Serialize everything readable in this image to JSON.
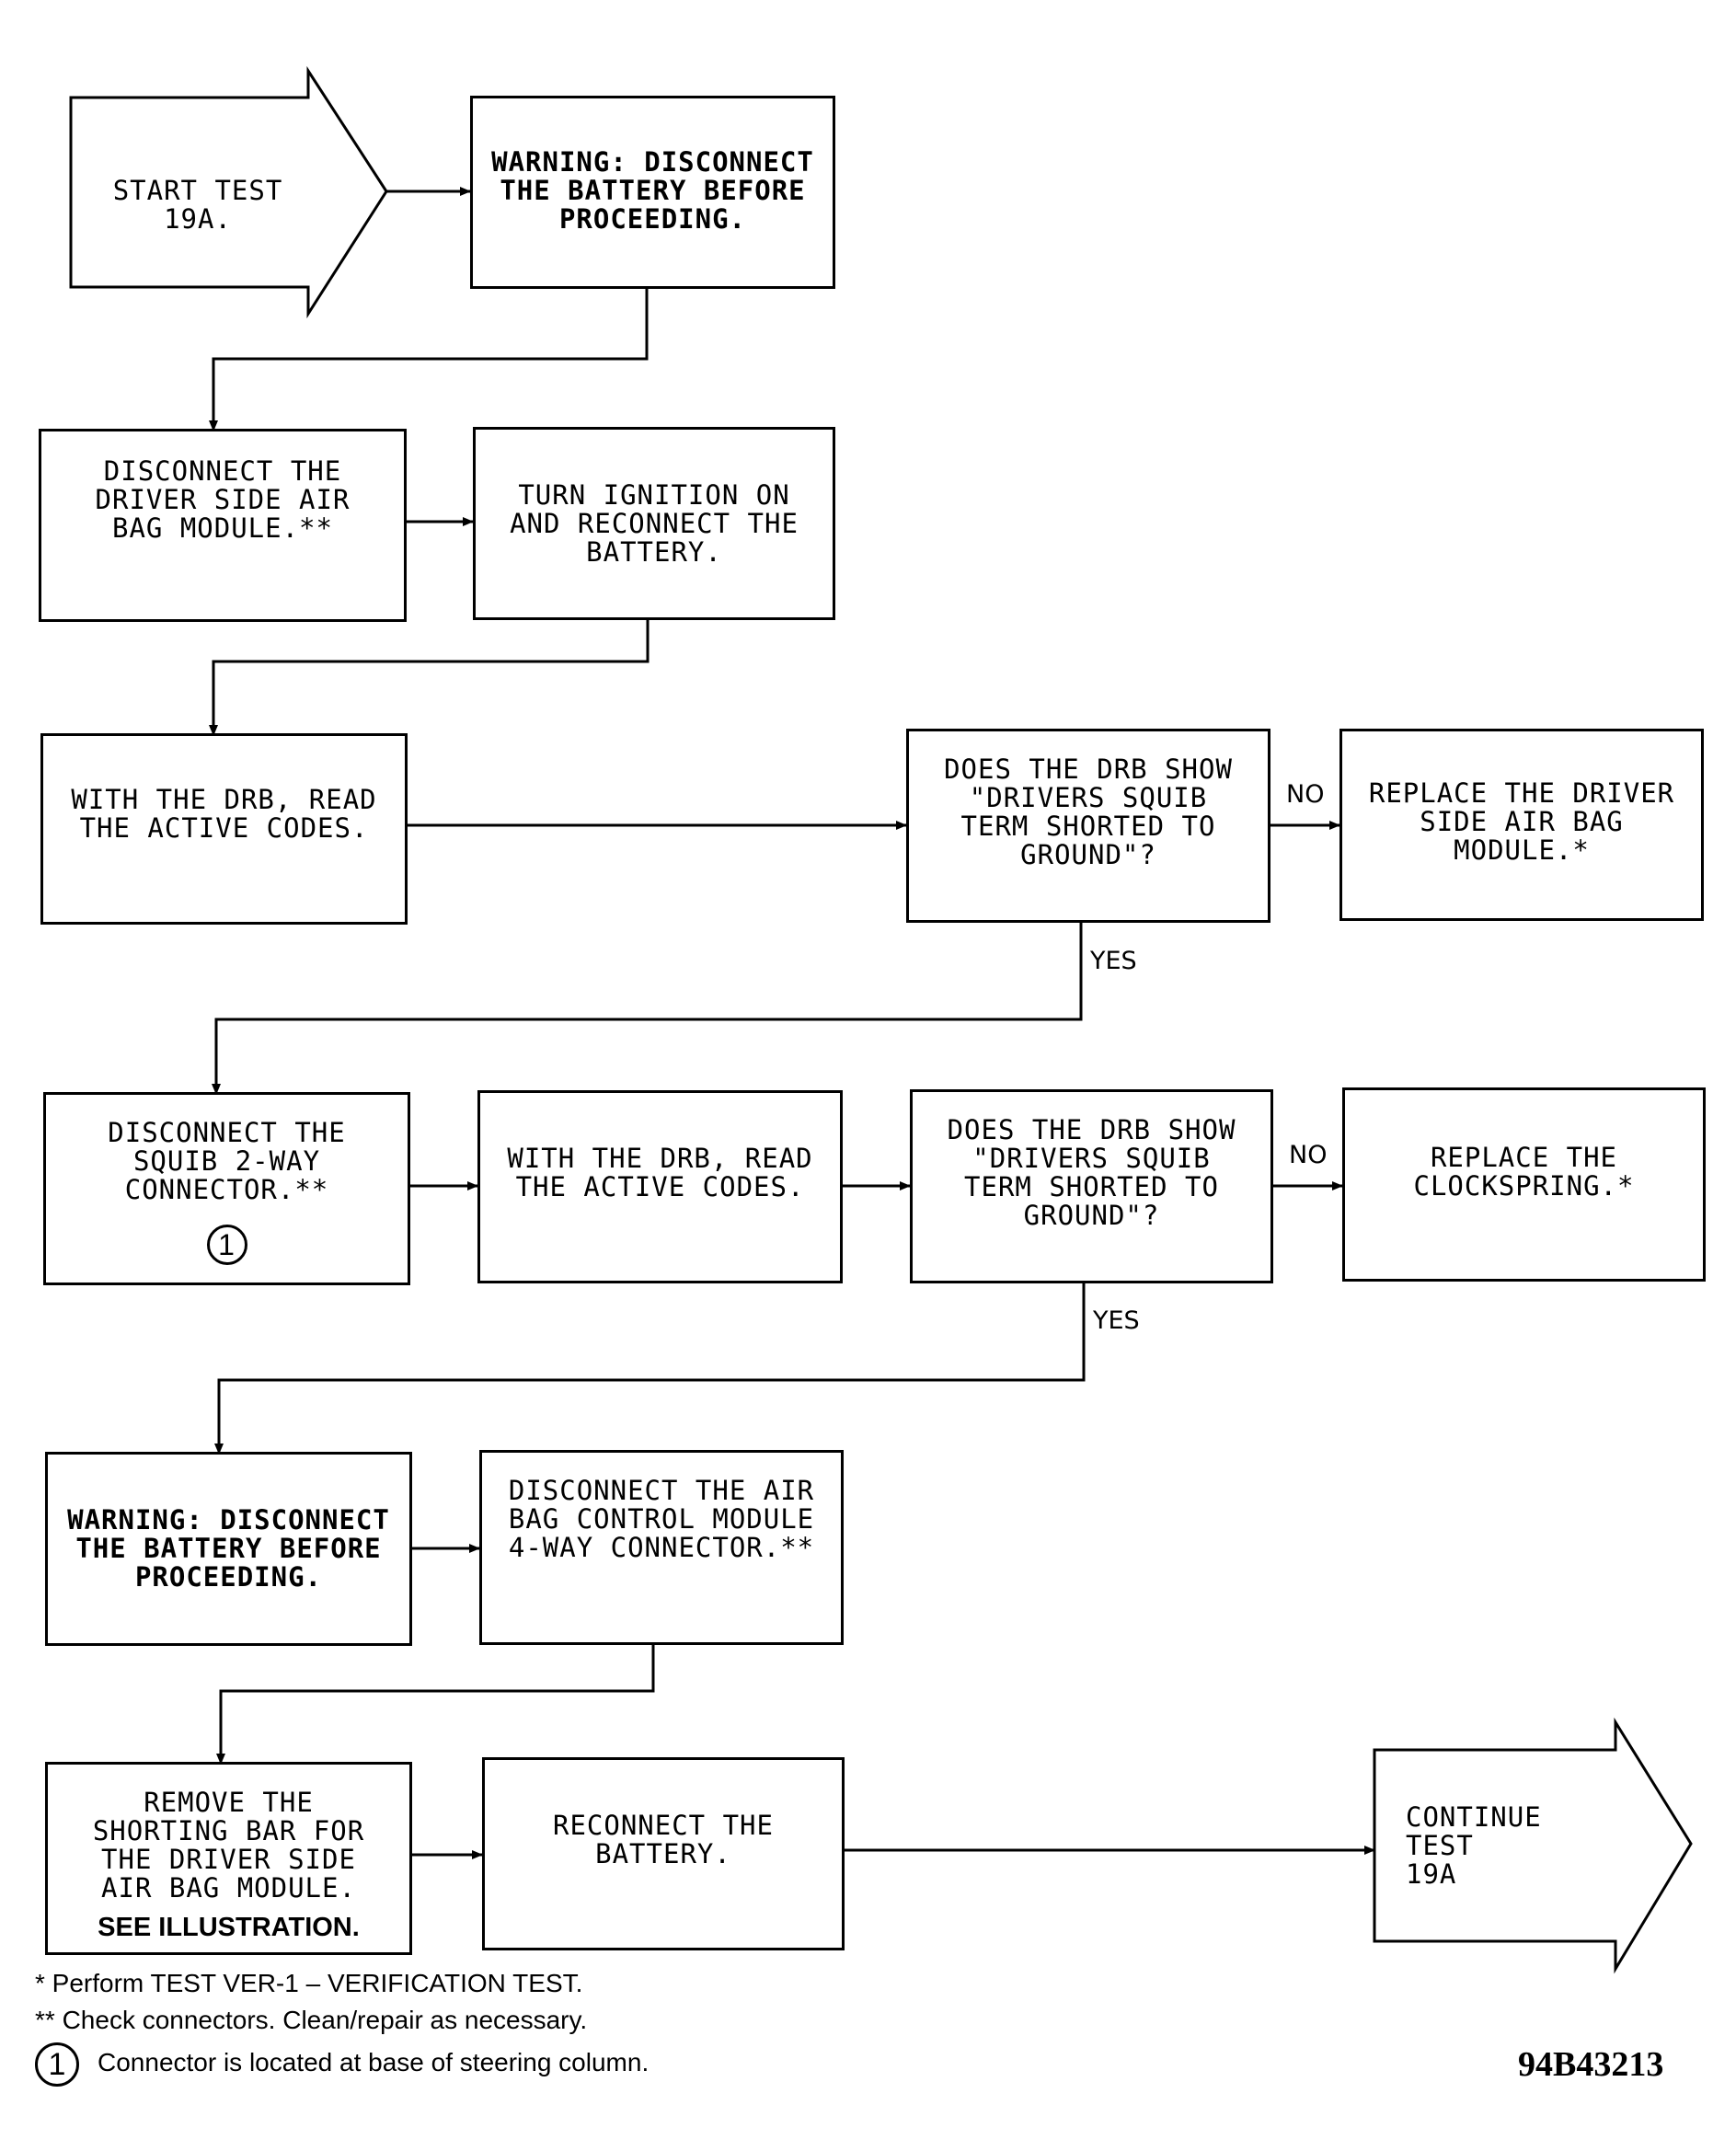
{
  "start": "START TEST 19A.",
  "warn1": "WARNING:  DISCONNECT\nTHE BATTERY BEFORE\nPROCEEDING.",
  "step1": "DISCONNECT THE\nDRIVER SIDE AIR\nBAG MODULE.**",
  "step2": "TURN IGNITION ON\nAND RECONNECT THE\nBATTERY.",
  "step3": "WITH THE DRB, READ\nTHE ACTIVE CODES.",
  "q1": "DOES THE DRB SHOW\n\"DRIVERS SQUIB\nTERM SHORTED TO\nGROUND\"?",
  "r1": "REPLACE THE DRIVER\nSIDE AIR BAG\nMODULE.*",
  "step4": "DISCONNECT THE\nSQUIB 2-WAY\nCONNECTOR.**",
  "step4_marker": "1",
  "step5": "WITH THE DRB, READ\nTHE ACTIVE CODES.",
  "q2": "DOES THE DRB SHOW\n\"DRIVERS SQUIB\nTERM SHORTED TO\nGROUND\"?",
  "r2": "REPLACE THE\nCLOCKSPRING.*",
  "warn2": "WARNING:  DISCONNECT\nTHE BATTERY BEFORE\nPROCEEDING.",
  "step6": "DISCONNECT THE AIR\nBAG CONTROL MODULE\n4-WAY CONNECTOR.**",
  "step7": "REMOVE THE\nSHORTING BAR FOR\nTHE DRIVER SIDE\nAIR BAG MODULE.",
  "step7_see": "SEE ILLUSTRATION.",
  "step8": "RECONNECT THE\nBATTERY.",
  "cont": "CONTINUE TEST\n19A",
  "labels": {
    "no": "NO",
    "yes": "YES"
  },
  "notes": {
    "n1": "* Perform TEST VER-1 – VERIFICATION TEST.",
    "n2": "** Check connectors. Clean/repair as necessary.",
    "n3_marker": "1",
    "n3": "Connector is located at base of steering column."
  },
  "figure_id": "94B43213"
}
